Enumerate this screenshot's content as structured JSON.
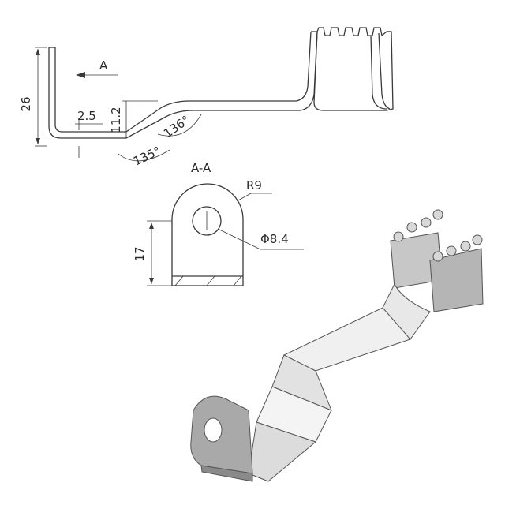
{
  "dimensions": {
    "height_26": "26",
    "offset_2_5": "2.5",
    "height_11_2": "11.2",
    "angle_135": "135°",
    "angle_136": "136°",
    "section_height_17": "17",
    "radius": "R9",
    "hole_diameter": "Φ8.4"
  },
  "view_labels": {
    "view_arrow": "A",
    "section_title": "A-A"
  },
  "colors": {
    "line": "#3a3a3a",
    "part_light": "#e6e6e6",
    "part_mid": "#bdbdbd",
    "part_dark": "#8a8a8a"
  }
}
